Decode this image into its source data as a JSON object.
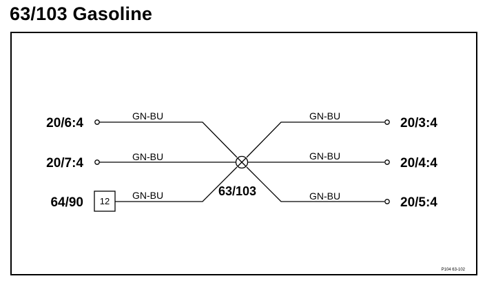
{
  "title": "63/103 Gasoline",
  "splice": {
    "label": "63/103"
  },
  "left_terminals": [
    {
      "label": "20/6:4",
      "wire": "GN-BU"
    },
    {
      "label": "20/7:4",
      "wire": "GN-BU"
    },
    {
      "label": "64/90",
      "wire": "GN-BU",
      "connector_pin": "12"
    }
  ],
  "right_terminals": [
    {
      "label": "20/3:4",
      "wire": "GN-BU"
    },
    {
      "label": "20/4:4",
      "wire": "GN-BU"
    },
    {
      "label": "20/5:4",
      "wire": "GN-BU"
    }
  ],
  "reference": "P104 63-102"
}
